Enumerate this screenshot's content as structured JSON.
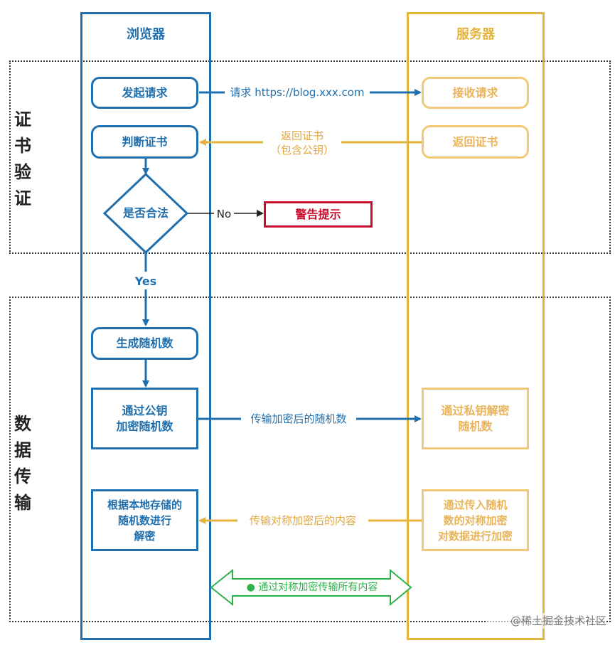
{
  "lanes": {
    "browser": "浏览器",
    "server": "服务器"
  },
  "sections": {
    "cert": "证\n书\n验\n证",
    "data": "数\n据\n传\n输"
  },
  "nodes": {
    "send_request": "发起请求",
    "check_cert": "判断证书",
    "is_valid": "是否合法",
    "warning": "警告提示",
    "gen_random": "生成随机数",
    "encrypt_pubkey": "通过公钥\n加密随机数",
    "decrypt_local": "根据本地存储的\n随机数进行\n解密",
    "receive_request": "接收请求",
    "return_cert": "返回证书",
    "decrypt_private": "通过私钥解密\n随机数",
    "encrypt_symmetric": "通过传入随机\n数的对称加密\n对数据进行加密"
  },
  "edge_labels": {
    "request_url": "请求 https://blog.xxx.com",
    "return_cert": "返回证书\n（包含公钥）",
    "no": "No",
    "yes": "Yes",
    "send_encrypted_random": "传输加密后的随机数",
    "send_sym_content": "传输对称加密后的内容",
    "all_symmetric": "● 通过对称加密传输所有内容"
  },
  "watermark": "@稀土掘金技术社区",
  "colors": {
    "browser": "#1f6fae",
    "server": "#e3b33c",
    "warning": "#c8102e",
    "both": "#2db34a"
  }
}
